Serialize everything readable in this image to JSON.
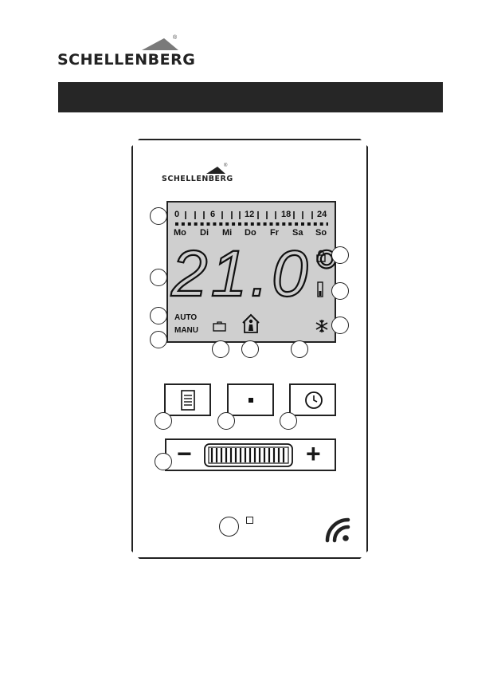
{
  "brand": {
    "name": "SCHELLENBERG",
    "registered": "®"
  },
  "display": {
    "hour_ticks": [
      "0",
      "6",
      "12",
      "18",
      "24"
    ],
    "days": [
      "Mo",
      "Di",
      "Mi",
      "Do",
      "Fr",
      "Sa",
      "So"
    ],
    "temperature": "21.0°",
    "mode_auto": "AUTO",
    "mode_manu": "MANU"
  },
  "buttons": {
    "minus": "−",
    "plus": "+"
  },
  "icons": {
    "lock": "lock-icon",
    "battery": "battery-icon",
    "frost": "snowflake-icon",
    "moon": "moon-icon",
    "home": "home-person-icon",
    "holiday": "suitcase-icon",
    "menu": "document-icon",
    "set": "square-icon",
    "clock": "clock-icon",
    "wireless": "wireless-icon"
  },
  "colors": {
    "lcd": "#cfcfcf",
    "bar": "#262626",
    "ink": "#222222"
  }
}
